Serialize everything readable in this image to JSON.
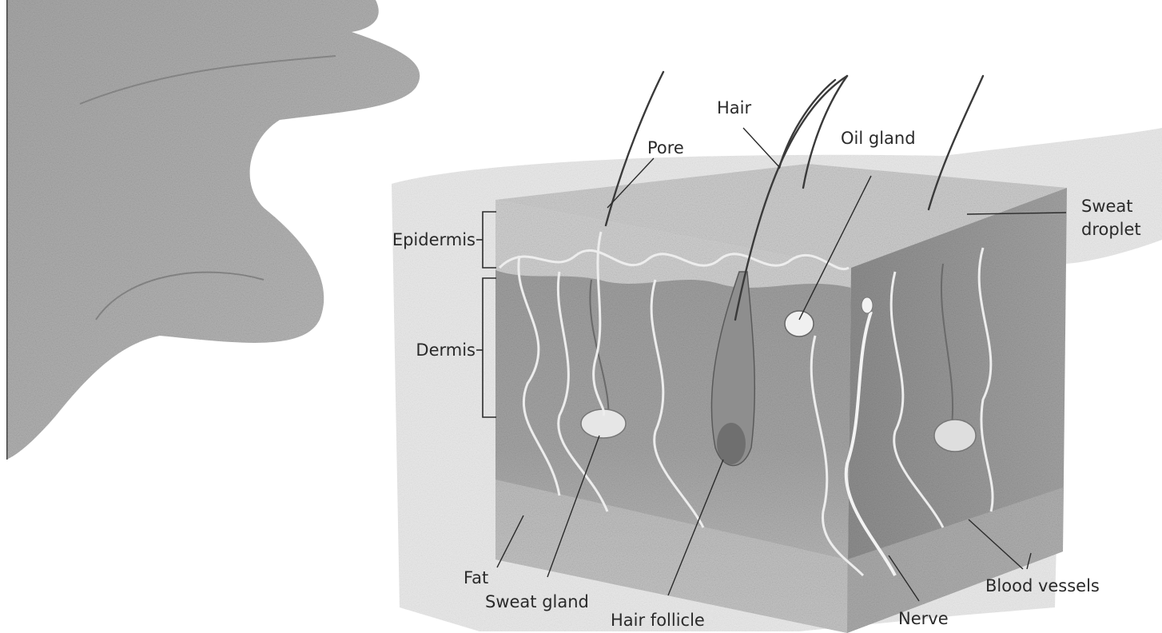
{
  "labels": {
    "hair": "Hair",
    "pore": "Pore",
    "oil_gland": "Oil gland",
    "sweat_droplet_line1": "Sweat",
    "sweat_droplet_line2": "droplet",
    "epidermis": "Epidermis",
    "dermis": "Dermis",
    "fat": "Fat",
    "sweat_gland": "Sweat gland",
    "hair_follicle": "Hair follicle",
    "nerve": "Nerve",
    "blood_vessels": "Blood vessels"
  }
}
